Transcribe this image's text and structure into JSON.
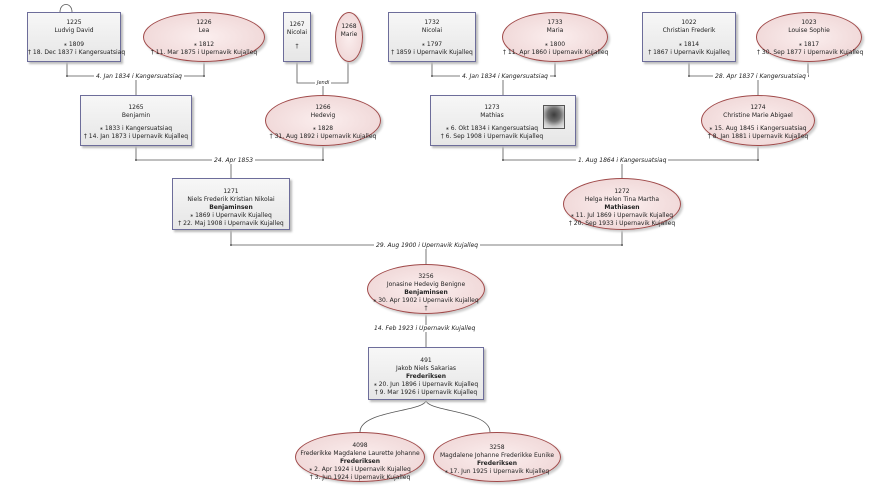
{
  "persons": {
    "p1225": {
      "id": "1225",
      "name": "Ludvig David",
      "line1": "⁎ 1809",
      "line2": "† 18. Dec 1837 i  Kangersuatsiaq"
    },
    "p1226": {
      "id": "1226",
      "name": "Lea",
      "line1": "⁎ 1812",
      "line2": "† 11. Mar 1875 i  Upernavik Kujalleq"
    },
    "p1267": {
      "id": "1267",
      "name": "Nicolai",
      "line1": "†"
    },
    "p1268": {
      "id": "1268",
      "name": "Marie"
    },
    "p1732": {
      "id": "1732",
      "name": "Nicolai",
      "line1": "⁎ 1797",
      "line2": "† 1859 i  Upernavik Kujalleq"
    },
    "p1733": {
      "id": "1733",
      "name": "Maria",
      "line1": "⁎ 1800",
      "line2": "† 11. Apr 1860 i  Upernavik Kujalleq"
    },
    "p1022": {
      "id": "1022",
      "name": "Christian Frederik",
      "line1": "⁎ 1814",
      "line2": "† 1867 i  Upernavik Kujalleq"
    },
    "p1023": {
      "id": "1023",
      "name": "Louise Sophie",
      "line1": "⁎ 1817",
      "line2": "† 30. Sep 1877 i  Upernavik Kujalleq"
    },
    "p1265": {
      "id": "1265",
      "name": "Benjamin",
      "line1": "⁎ 1833 i  Kangersuatsiaq",
      "line2": "† 14. Jan 1873 i  Upernavik Kujalleq"
    },
    "p1266": {
      "id": "1266",
      "name": "Hedevig",
      "line1": "⁎ 1828",
      "line2": "† 31. Aug 1892 i  Upernavik Kujalleq"
    },
    "p1273": {
      "id": "1273",
      "name": "Mathias",
      "line1": "⁎ 6. Okt 1834 i  Kangersuatsiaq",
      "line2": "† 6. Sep 1908 i  Upernavik Kujalleq"
    },
    "p1274": {
      "id": "1274",
      "name": "Christine Marie Abigael",
      "line1": "⁎ 15. Aug 1845 i  Kangersuatsiaq",
      "line2": "† 8. Jan 1881 i  Upernavik Kujalleq"
    },
    "p1271": {
      "id": "1271",
      "name": "Niels Frederik Kristian Nikolai",
      "surname": "Benjaminsen",
      "line1": "⁎ 1869 i  Upernavik Kujalleq",
      "line2": "† 22. Maj 1908 i  Upernavik Kujalleq"
    },
    "p1272": {
      "id": "1272",
      "name": "Helga Helen Tina Martha",
      "surname": "Mathiasen",
      "line1": "⁎ 11. Jul 1869 i  Upernavik Kujalleq",
      "line2": "† 20. Sep 1933 i  Upernavik Kujalleq"
    },
    "p3256": {
      "id": "3256",
      "name": "Jonasine Hedevig Benigne",
      "surname": "Benjaminsen",
      "line1": "⁎ 30. Apr 1902 i  Upernavik Kujalleq",
      "line2": "†"
    },
    "p491": {
      "id": "491",
      "name": "Jakob Niels Sakarias",
      "surname": "Frederiksen",
      "line1": "⁎ 20. Jun 1896 i  Upernavik Kujalleq",
      "line2": "† 9. Mar 1926 i  Upernavik Kujalleq"
    },
    "p4098": {
      "id": "4098",
      "name": "Frederikke Magdalene Laurette Johanne",
      "surname": "Frederiksen",
      "line1": "⁎ 2. Apr 1924 i  Upernavik Kujalleq",
      "line2": "† 3. Jun 1924 i  Upernavik Kujalleq"
    },
    "p3258": {
      "id": "3258",
      "name": "Magdalene Johanne Frederikke Eunike",
      "surname": "Frederiksen",
      "line1": "⁎ 17. Jun 1925 i  Upernavik Kujalleq"
    }
  },
  "events": {
    "m1225": "4. Jan 1834 i  Kangersuatsiaq",
    "m1267": "Jendi",
    "m1732": "4. Jan 1834 i  Kangersuatsiaq",
    "m1022": "28. Apr 1837 i  Kangersuatsiaq",
    "m1265": "24. Apr 1853",
    "m1273": "1. Aug 1864 i  Kangersuatsiaq",
    "m1271": "29. Aug 1900 i  Upernavik Kujalleq",
    "m3256": "14. Feb 1923 i  Upernavik Kujalleq"
  },
  "colors": {
    "line": "#555555",
    "box_border": "#6d6d9a",
    "ellipse_border": "#a04a4a"
  }
}
